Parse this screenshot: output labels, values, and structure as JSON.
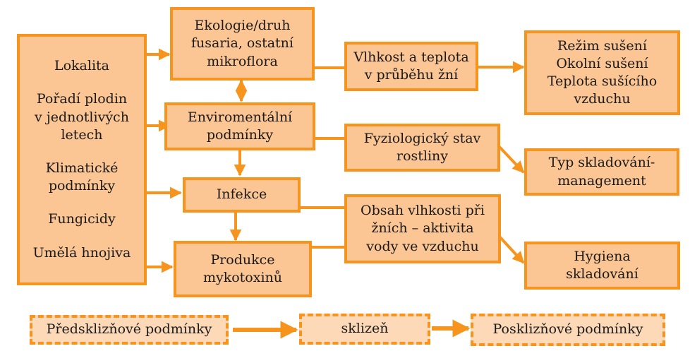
{
  "diagram": {
    "factors": {
      "items": [
        [
          "Lokalita"
        ],
        [
          "Pořadí plodin",
          "v jednotlivých",
          "letech"
        ],
        [
          "Klimatické",
          "podmínky"
        ],
        [
          "Fungicidy"
        ],
        [
          "Umělá hnojiva"
        ]
      ]
    },
    "ecology": [
      "Ekologie/druh",
      "fusaria, ostatní",
      "mikroflora"
    ],
    "environment": [
      "Enviromentální",
      "podmínky"
    ],
    "infection": [
      "Infekce"
    ],
    "production": [
      "Produkce",
      "mykotoxinů"
    ],
    "humidity": [
      "Vlhkost a teplota",
      "v průběhu žní"
    ],
    "physiology": [
      "Fyziologický stav",
      "rostliny"
    ],
    "moisture": [
      "Obsah vlhkosti při",
      "žních – aktivita",
      "vody ve vzduchu"
    ],
    "drying": [
      "Režim sušení",
      "Okolní sušení",
      "Teplota sušícího",
      "vzduchu"
    ],
    "storage_type": [
      "Typ skladování-",
      "management"
    ],
    "hygiene": [
      "Hygiena",
      "skladování"
    ],
    "timeline": {
      "pre": "Předsklizňové podmínky",
      "harvest": "sklizeň",
      "post": "Posklizňové podmínky"
    },
    "colors": {
      "fill": "#fbc594",
      "border": "#f7941d"
    }
  }
}
